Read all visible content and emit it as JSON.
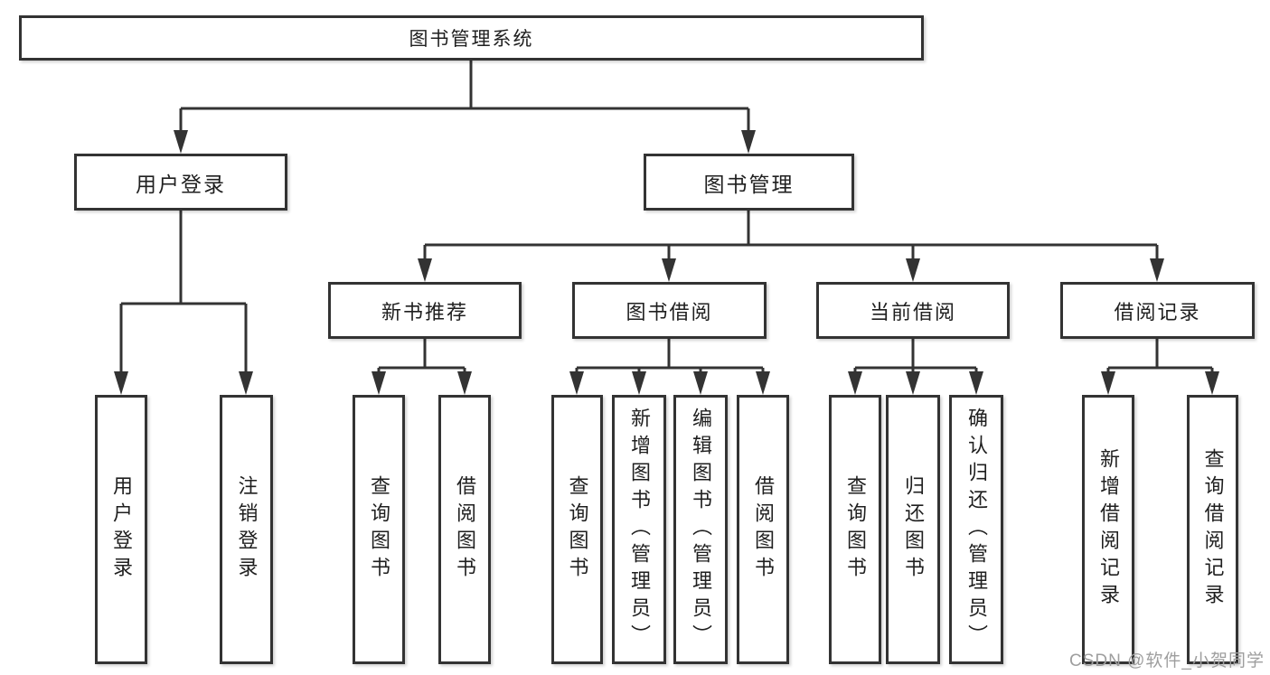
{
  "diagram": {
    "type": "hierarchy",
    "root": {
      "id": "library-system",
      "label": "图书管理系统"
    },
    "level2": [
      {
        "id": "user-login",
        "label": "用户登录",
        "parent": "library-system"
      },
      {
        "id": "book-management",
        "label": "图书管理",
        "parent": "library-system"
      }
    ],
    "level3": [
      {
        "id": "new-book-recommend",
        "label": "新书推荐",
        "parent": "book-management"
      },
      {
        "id": "book-borrow",
        "label": "图书借阅",
        "parent": "book-management"
      },
      {
        "id": "current-borrow",
        "label": "当前借阅",
        "parent": "book-management"
      },
      {
        "id": "borrow-records",
        "label": "借阅记录",
        "parent": "book-management"
      }
    ],
    "leaves": [
      {
        "id": "leaf-user-login",
        "label": "用户登录",
        "parent": "user-login"
      },
      {
        "id": "leaf-logout",
        "label": "注销登录",
        "parent": "user-login"
      },
      {
        "id": "leaf-nb-query-books",
        "label": "查询图书",
        "parent": "new-book-recommend"
      },
      {
        "id": "leaf-nb-borrow-books",
        "label": "借阅图书",
        "parent": "new-book-recommend"
      },
      {
        "id": "leaf-bb-query-books",
        "label": "查询图书",
        "parent": "book-borrow"
      },
      {
        "id": "leaf-bb-add-books",
        "label": "新增图书（管理员）",
        "parent": "book-borrow"
      },
      {
        "id": "leaf-bb-edit-books",
        "label": "编辑图书（管理员）",
        "parent": "book-borrow"
      },
      {
        "id": "leaf-bb-borrow-books",
        "label": "借阅图书",
        "parent": "book-borrow"
      },
      {
        "id": "leaf-cb-query-books",
        "label": "查询图书",
        "parent": "current-borrow"
      },
      {
        "id": "leaf-cb-return-books",
        "label": "归还图书",
        "parent": "current-borrow"
      },
      {
        "id": "leaf-cb-confirm-return",
        "label": "确认归还（管理员）",
        "parent": "current-borrow"
      },
      {
        "id": "leaf-br-add-record",
        "label": "新增借阅记录",
        "parent": "borrow-records"
      },
      {
        "id": "leaf-br-query-record",
        "label": "查询借阅记录",
        "parent": "borrow-records"
      }
    ]
  },
  "colors": {
    "line": "#333333",
    "border": "#333333",
    "text": "#1f1f1f",
    "background": "#ffffff",
    "watermark": "#9e9e9e"
  },
  "watermark": {
    "text": "CSDN @软件_小贺同学"
  }
}
